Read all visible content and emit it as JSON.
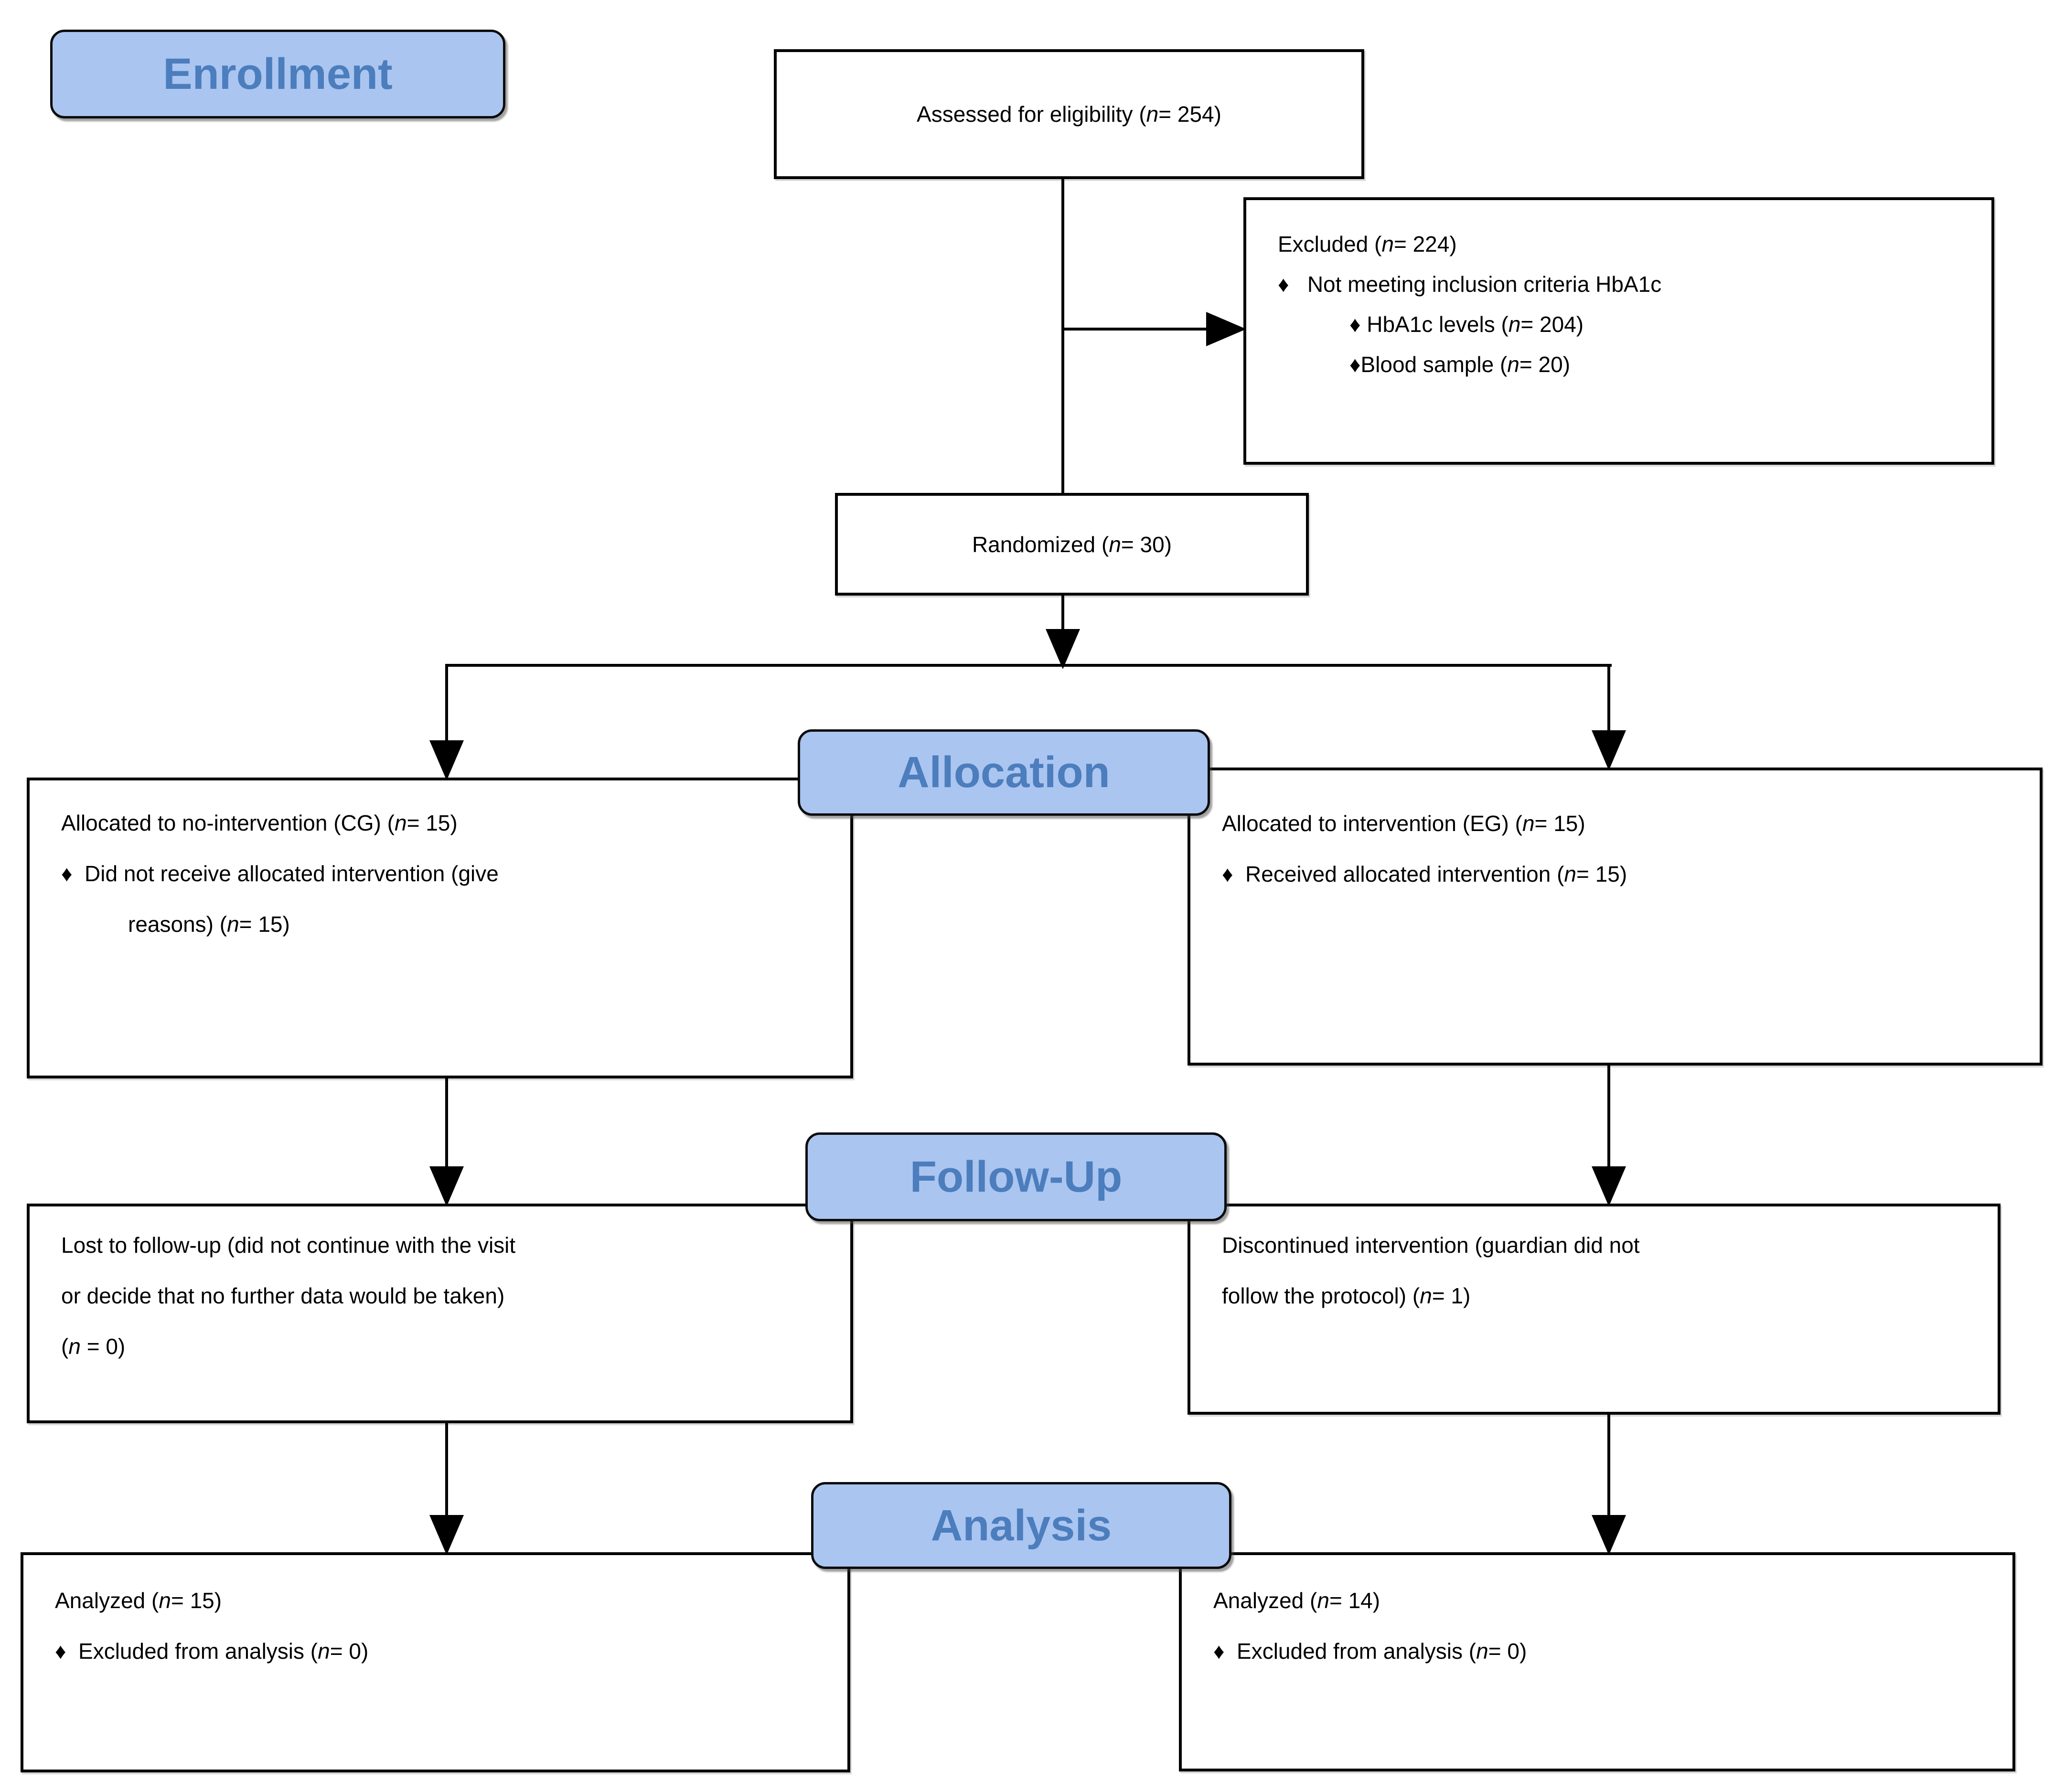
{
  "diagram": {
    "type": "CONSORT participant flow diagram"
  },
  "colors": {
    "background": "#ffffff",
    "box_border": "#000000",
    "box_fill": "#ffffff",
    "badge_fill": "#aac5f0",
    "badge_border": "#0b0b0b",
    "badge_text": "#4c7dbd",
    "body_text": "#000000",
    "connector": "#000000"
  },
  "badges": {
    "enrollment": "Enrollment",
    "allocation": "Allocation",
    "followup": "Follow-Up",
    "analysis": "Analysis"
  },
  "boxes": {
    "assessed": {
      "text": "Assessed for eligibility (n= 254)"
    },
    "excluded": {
      "lines": [
        "Excluded (n= 224)",
        "♦   Not meeting inclusion criteria HbA1c",
        "♦ HbA1c levels (n= 204)",
        "♦Blood sample (n= 20)"
      ]
    },
    "randomized": {
      "text": "Randomized (n= 30)"
    },
    "alloc_left": {
      "lines": [
        "Allocated to no-intervention (CG) (n= 15)",
        "♦  Did not receive allocated intervention (give",
        "reasons) (n= 15)"
      ]
    },
    "alloc_right": {
      "lines": [
        "Allocated to intervention (EG) (n= 15)",
        "♦  Received allocated intervention (n= 15)"
      ]
    },
    "followup_left": {
      "lines": [
        "Lost to follow-up (did not continue with the visit",
        "or decide that no further data would be taken)",
        "(n = 0)"
      ]
    },
    "followup_right": {
      "lines": [
        "Discontinued intervention (guardian did not",
        "follow the protocol) (n= 1)"
      ]
    },
    "analysis_left": {
      "lines": [
        "Analyzed (n= 15)",
        "♦  Excluded from analysis (n= 0)"
      ]
    },
    "analysis_right": {
      "lines": [
        "Analyzed (n= 14)",
        "♦  Excluded from analysis (n= 0)"
      ]
    }
  }
}
